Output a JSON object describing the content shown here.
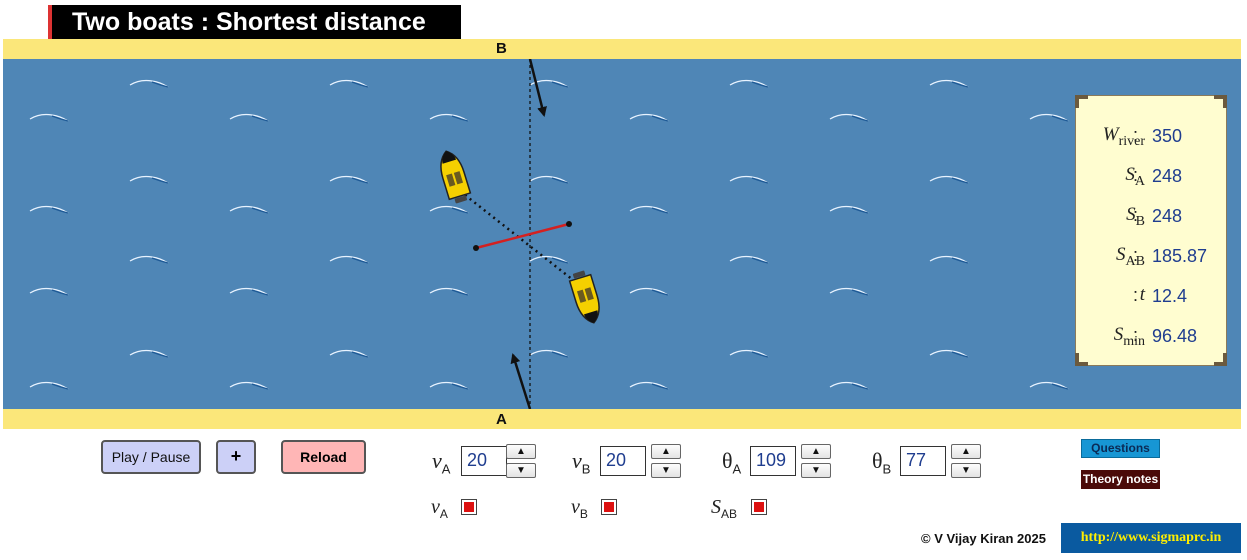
{
  "title": "Two boats : Shortest distance",
  "banks": {
    "top_label": "B",
    "bottom_label": "A"
  },
  "colors": {
    "river": "#4f86b6",
    "bank": "#fbe77a",
    "boat": "#f5d000",
    "separation_line": "#d42020"
  },
  "info_panel": {
    "rows": [
      {
        "label": "W",
        "sub": "river",
        "value": "350"
      },
      {
        "label": "S",
        "sub": "A",
        "value": "248"
      },
      {
        "label": "S",
        "sub": "B",
        "value": "248"
      },
      {
        "label": "S",
        "sub": "AB",
        "value": "185.87"
      },
      {
        "label": "t",
        "sub": "",
        "value": "12.4"
      },
      {
        "label": "S",
        "sub": "min",
        "value": "96.48"
      }
    ]
  },
  "controls": {
    "play_pause": "Play / Pause",
    "plus": "+",
    "reload": "Reload",
    "params": [
      {
        "symbol": "v",
        "sub": "A",
        "value": "20"
      },
      {
        "symbol": "v",
        "sub": "B",
        "value": "20"
      },
      {
        "symbol": "θ",
        "sub": "A",
        "value": "109"
      },
      {
        "symbol": "θ",
        "sub": "B",
        "value": "77"
      }
    ],
    "spin_up": "▲",
    "spin_down": "▼",
    "checkboxes": [
      {
        "symbol": "v",
        "sub": "A",
        "checked": true
      },
      {
        "symbol": "v",
        "sub": "B",
        "checked": true
      },
      {
        "symbol": "S",
        "sub": "AB",
        "checked": true
      }
    ],
    "questions": "Questions",
    "theory": "Theory notes"
  },
  "footer": {
    "copyright": "©  V Vijay Kiran 2025",
    "url": "http://www.sigmaprc.in"
  }
}
